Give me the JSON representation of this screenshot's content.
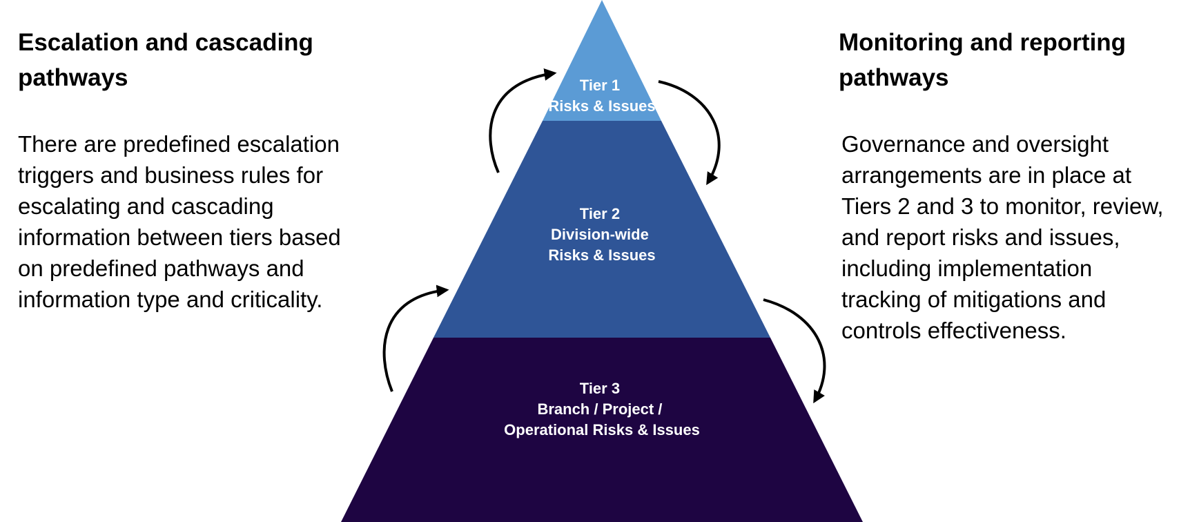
{
  "left": {
    "title_line1": "Escalation and cascading",
    "title_line2": "pathways",
    "body_lines": [
      "There are predefined escalation",
      "triggers and business rules for",
      "escalating and cascading",
      "information between tiers based",
      "on predefined pathways and",
      "information type and criticality."
    ]
  },
  "right": {
    "title_line1": "Monitoring and reporting",
    "title_line2": "pathways",
    "body_lines": [
      "Governance and oversight",
      "arrangements are in place at",
      "Tiers 2 and 3 to monitor, review,",
      "and report risks and issues,",
      "including implementation",
      "tracking of mitigations and",
      "controls effectiveness."
    ]
  },
  "tiers": [
    {
      "lines": [
        "Tier 1",
        "Risks & Issues"
      ],
      "color": "#5b9bd5"
    },
    {
      "lines": [
        "Tier 2",
        "Division-wide",
        "Risks & Issues"
      ],
      "color": "#2f5597"
    },
    {
      "lines": [
        "Tier 3",
        "Branch / Project /",
        "Operational Risks & Issues"
      ],
      "color": "#1e0542"
    }
  ]
}
